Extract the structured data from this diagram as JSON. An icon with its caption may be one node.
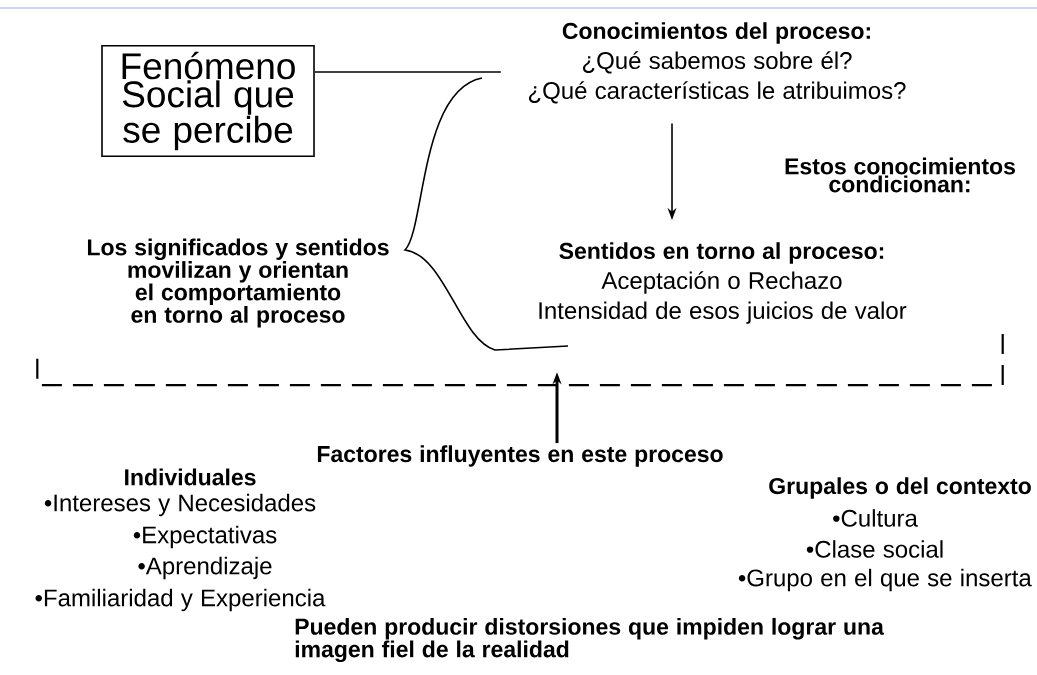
{
  "diagram": {
    "nodes": [
      {
        "text": [
          "Fenómeno Social que se percibe"
        ]
      },
      {
        "text": [
          "Conocimientos del proceso:",
          "¿Qué sabemos sobre él?",
          "¿Qué características le atribuimos?"
        ]
      },
      {
        "text": [
          "Sentidos en torno al proceso:",
          "Aceptación o Rechazo",
          "Intensidad de esos juicios de valor"
        ]
      },
      {
        "text": [],
        "shape": "bracket"
      },
      {
        "text": [
          "Factores influyentes en este proceso"
        ]
      }
    ],
    "edges": [
      {
        "from": 0,
        "to": 1,
        "arrow": "none"
      },
      {
        "from": 1,
        "to": 2,
        "arrow": "to"
      },
      {
        "from": 4,
        "to": 3,
        "arrow": "to"
      }
    ],
    "labels": [
      "Estos conocimientos condicionan:",
      "Los significados y sentidos movilizan y orientan el comportamiento en torno al proceso",
      "Individuales",
      "•Intereses y Necesidades",
      "•Expectativas",
      "•Aprendizaje",
      "•Familiaridad y Experiencia",
      "Grupales o del contexto",
      "•Cultura",
      "•Clase social",
      "•Grupo en el que se inserta",
      "Pueden producir distorsiones que impiden lograr una imagen fiel de la realidad"
    ]
  }
}
